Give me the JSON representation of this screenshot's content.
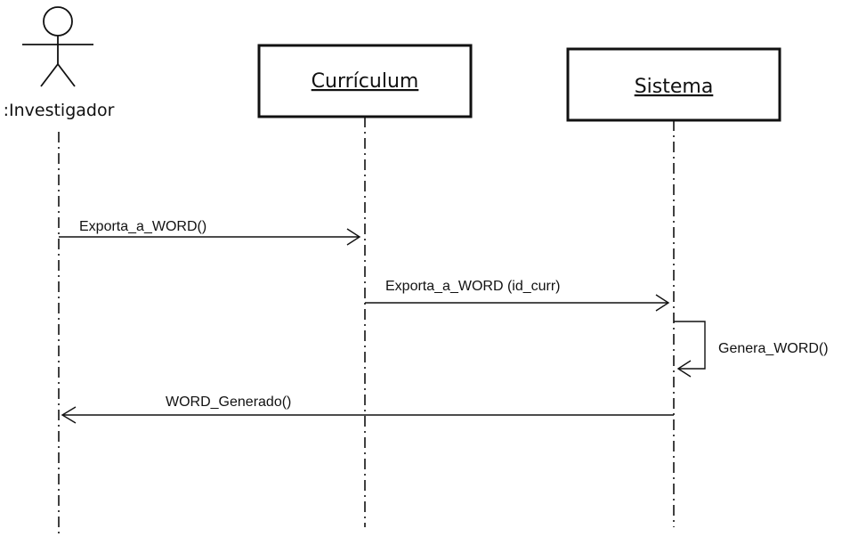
{
  "actor": {
    "name": ":Investigador",
    "icon": "stick-figure-actor-icon"
  },
  "objects": [
    {
      "name": "Currículum"
    },
    {
      "name": "Sistema"
    }
  ],
  "messages": [
    {
      "label": "Exporta_a_WORD()",
      "from": "Investigador",
      "to": "Currículum"
    },
    {
      "label": "Exporta_a_WORD (id_curr)",
      "from": "Currículum",
      "to": "Sistema"
    },
    {
      "label": "Genera_WORD()",
      "from": "Sistema",
      "to": "Sistema"
    },
    {
      "label": "WORD_Generado()",
      "from": "Sistema",
      "to": "Investigador"
    }
  ]
}
